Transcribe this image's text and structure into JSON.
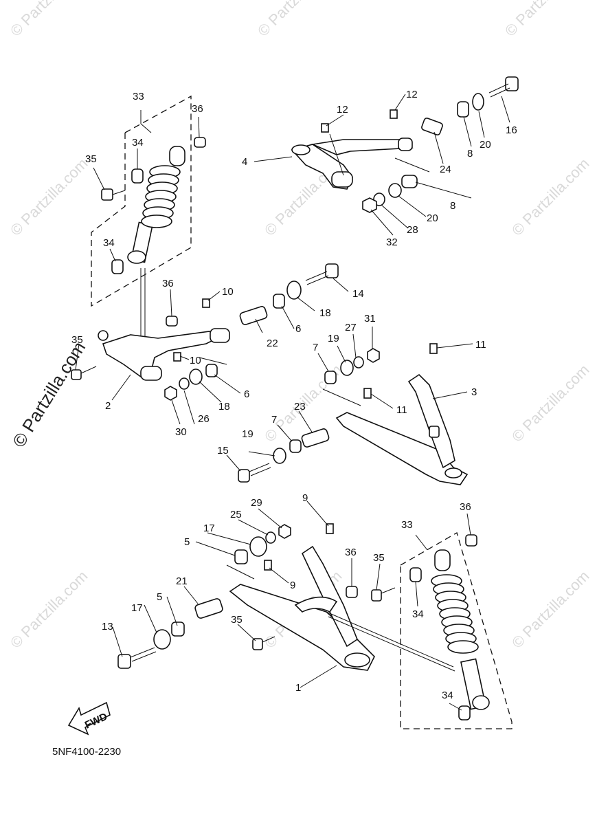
{
  "diagram": {
    "code": "5NF4100-2230",
    "fwd_label": "FWD",
    "watermark": "© Partzilla.com",
    "side_watermark": "© Partzilla.com",
    "callouts": {
      "c1": "1",
      "c2": "2",
      "c3": "3",
      "c4": "4",
      "c5a": "5",
      "c5b": "5",
      "c6a": "6",
      "c6b": "6",
      "c7a": "7",
      "c7b": "7",
      "c8a": "8",
      "c8b": "8",
      "c9a": "9",
      "c9b": "9",
      "c10a": "10",
      "c10b": "10",
      "c11a": "11",
      "c11b": "11",
      "c12a": "12",
      "c12b": "12",
      "c13": "13",
      "c14": "14",
      "c15": "15",
      "c16": "16",
      "c17a": "17",
      "c17b": "17",
      "c18a": "18",
      "c18b": "18",
      "c19a": "19",
      "c19b": "19",
      "c20a": "20",
      "c20b": "20",
      "c21": "21",
      "c22": "22",
      "c23": "23",
      "c24": "24",
      "c25": "25",
      "c26": "26",
      "c27": "27",
      "c28": "28",
      "c29": "29",
      "c30": "30",
      "c31": "31",
      "c32": "32",
      "c33a": "33",
      "c33b": "33",
      "c34a": "34",
      "c34b": "34",
      "c34c": "34",
      "c34d": "34",
      "c35a": "35",
      "c35b": "35",
      "c35c": "35",
      "c35d": "35",
      "c36a": "36",
      "c36b": "36",
      "c36c": "36",
      "c36d": "36"
    }
  }
}
